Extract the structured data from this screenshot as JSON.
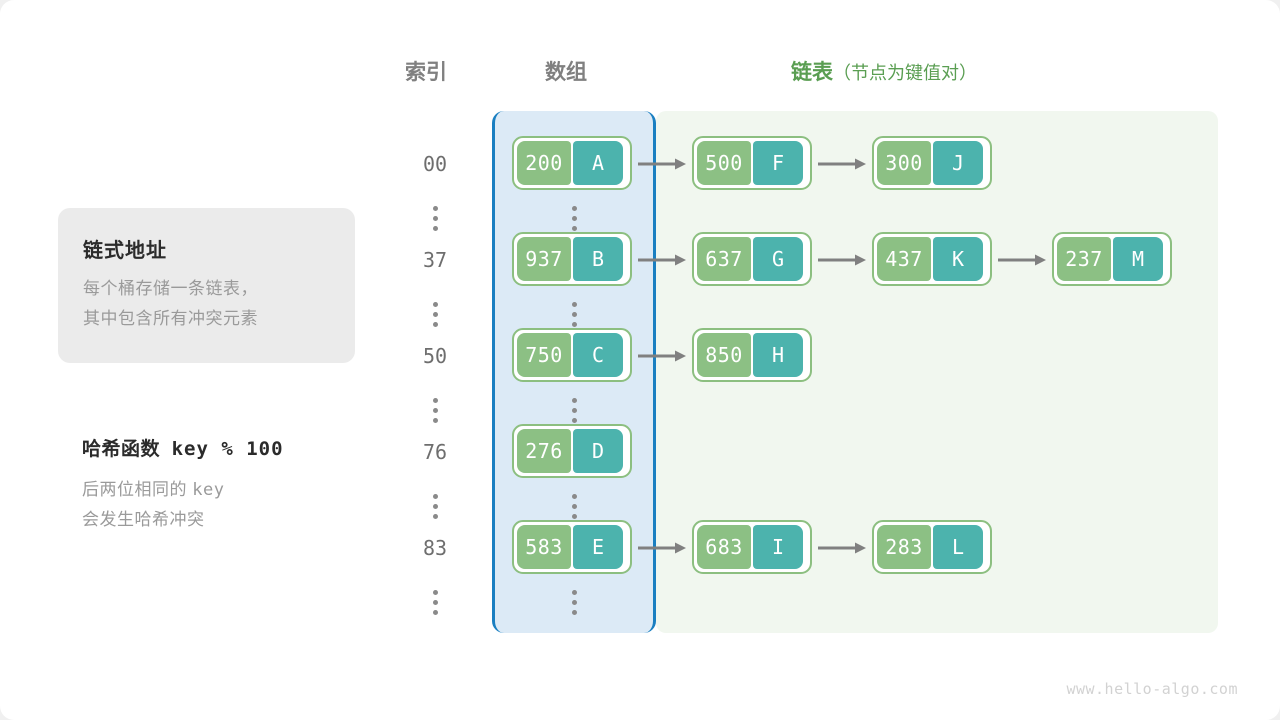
{
  "headers": {
    "index": "索引",
    "array": "数组",
    "list_main": "链表",
    "list_sub": "（节点为键值对）"
  },
  "info_card": {
    "title": "链式地址",
    "desc_line1": "每个桶存储一条链表，",
    "desc_line2": "其中包含所有冲突元素"
  },
  "hash_note": {
    "title_label": "哈希函数",
    "title_expr": "key % 100",
    "desc_line1_a": "后两位相同的",
    "desc_line1_b": "key",
    "desc_line2": "会发生哈希冲突"
  },
  "colors": {
    "key_cell": "#8cc084",
    "value_cell": "#4cb3ad",
    "node_border": "#8cbf80",
    "array_region_bg": "#dceaf6",
    "array_region_border": "#1a7fc1",
    "list_region_bg": "#f1f7ef",
    "accent_green": "#5a9e52",
    "arrow": "#808080",
    "index_text": "#6e6e6e"
  },
  "ellipsis_glyph": "⋮",
  "buckets": [
    {
      "index": "00",
      "bucket": {
        "key": "200",
        "value": "A"
      },
      "chain": [
        {
          "key": "500",
          "value": "F"
        },
        {
          "key": "300",
          "value": "J"
        }
      ]
    },
    {
      "index": "37",
      "bucket": {
        "key": "937",
        "value": "B"
      },
      "chain": [
        {
          "key": "637",
          "value": "G"
        },
        {
          "key": "437",
          "value": "K"
        },
        {
          "key": "237",
          "value": "M"
        }
      ]
    },
    {
      "index": "50",
      "bucket": {
        "key": "750",
        "value": "C"
      },
      "chain": [
        {
          "key": "850",
          "value": "H"
        }
      ]
    },
    {
      "index": "76",
      "bucket": {
        "key": "276",
        "value": "D"
      },
      "chain": []
    },
    {
      "index": "83",
      "bucket": {
        "key": "583",
        "value": "E"
      },
      "chain": [
        {
          "key": "683",
          "value": "I"
        },
        {
          "key": "283",
          "value": "L"
        }
      ]
    }
  ],
  "watermark": "www.hello-algo.com"
}
